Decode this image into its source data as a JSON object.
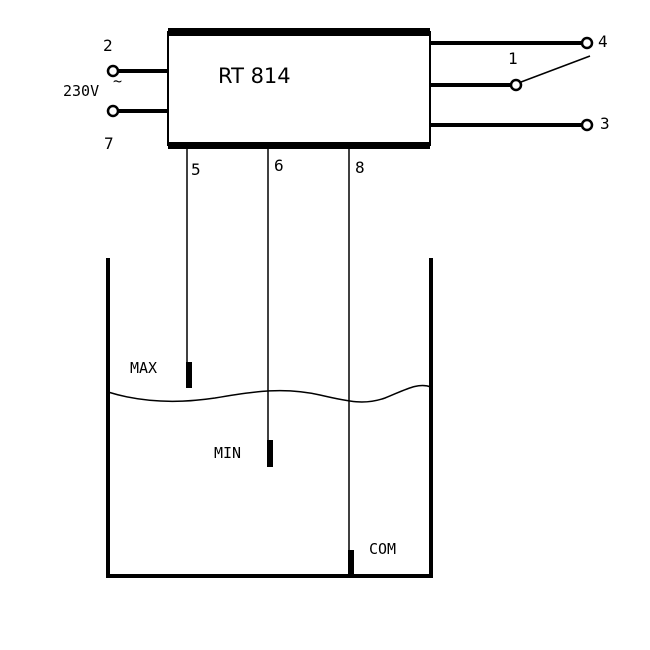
{
  "device": {
    "model": "RT 814"
  },
  "supply": {
    "voltage": "230V",
    "symbol": "~"
  },
  "terminals": {
    "t1": "1",
    "t2": "2",
    "t3": "3",
    "t4": "4",
    "t5": "5",
    "t6": "6",
    "t7": "7",
    "t8": "8"
  },
  "probes": {
    "max": "MAX",
    "min": "MIN",
    "com": "COM"
  },
  "colors": {
    "ink": "#000000",
    "background": "#ffffff"
  }
}
